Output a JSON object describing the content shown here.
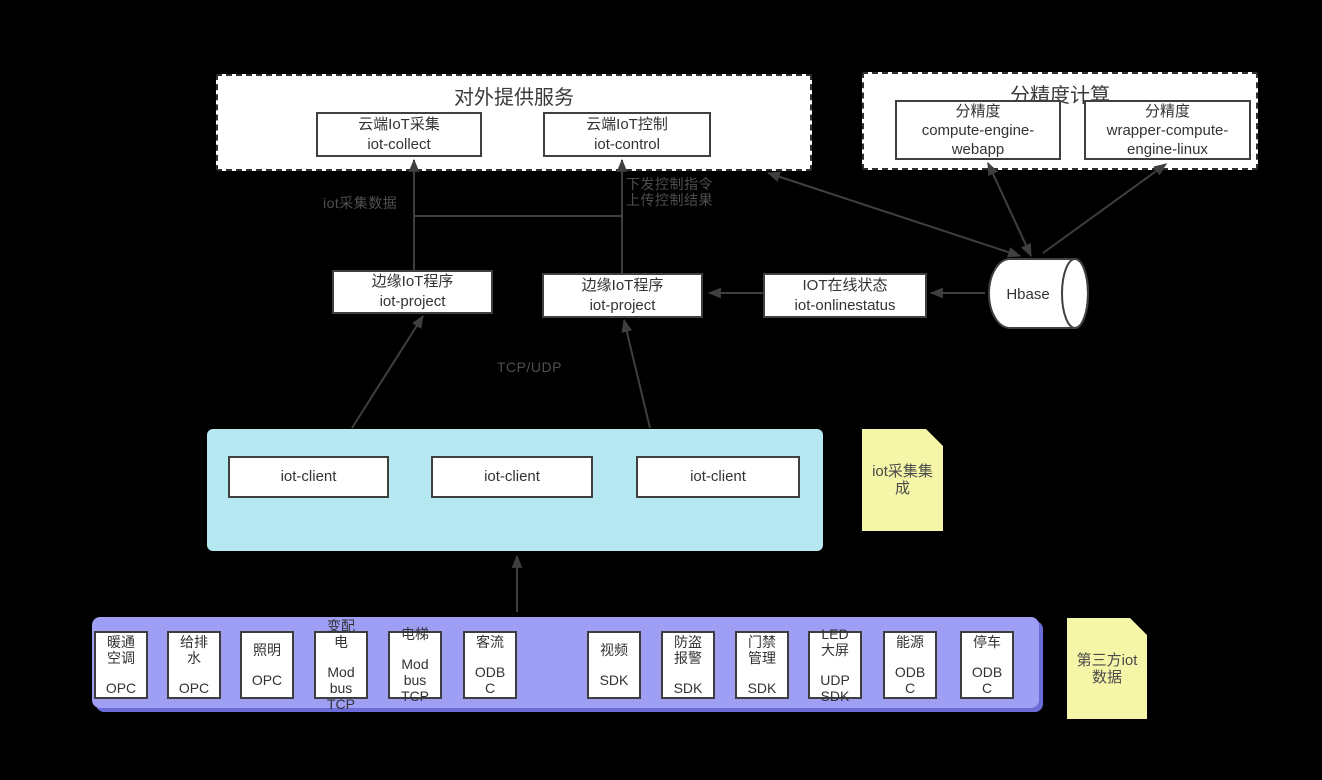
{
  "colors": {
    "background": "#000000",
    "line": "#3f3f3f",
    "box_border": "#404040",
    "cyan_container": "#b5e8f0",
    "purple_container": "#9e9ef5",
    "purple_shadow": "#6c6cd8",
    "sticky_yellow": "#f6f6a8",
    "sticky_fold": "#d8d88e"
  },
  "service_group": {
    "title": "对外提供服务",
    "boxes": [
      {
        "text": "云端IoT采集\niot-collect"
      },
      {
        "text": "云端IoT控制\niot-control"
      }
    ]
  },
  "precision_group": {
    "title": "分精度计算",
    "boxes": [
      {
        "text": "分精度\ncompute-engine-\nwebapp"
      },
      {
        "text": "分精度\nwrapper-compute-\nengine-linux"
      }
    ]
  },
  "edge": {
    "edge_left": "边缘IoT程序\niot-project",
    "edge_right": "边缘IoT程序\niot-project",
    "online_status": "IOT在线状态\niot-onlinestatus",
    "hbase": "Hbase"
  },
  "labels": {
    "collect_data": "iot采集数据",
    "control_flow": "下发控制指令\n上传控制结果",
    "tcp_udp": "TCP/UDP"
  },
  "client_group": {
    "clients": [
      "iot-client",
      "iot-client",
      "iot-client"
    ]
  },
  "stickies": {
    "integration": "iot采集集\n成",
    "third_party": "第三方iot\n数据"
  },
  "devices": [
    {
      "name": "暖通\n空调",
      "protocol": "OPC"
    },
    {
      "name": "给排\n水",
      "protocol": "OPC"
    },
    {
      "name": "照明",
      "protocol": "OPC"
    },
    {
      "name": "变配\n电",
      "protocol": "Mod\nbus\nTCP"
    },
    {
      "name": "电梯",
      "protocol": "Mod\nbus\nTCP"
    },
    {
      "name": "客流",
      "protocol": "ODB\nC"
    },
    {
      "name": "视频",
      "protocol": "SDK"
    },
    {
      "name": "防盗\n报警",
      "protocol": "SDK"
    },
    {
      "name": "门禁\n管理",
      "protocol": "SDK"
    },
    {
      "name": "LED\n大屏",
      "protocol": "UDP\nSDK"
    },
    {
      "name": "能源",
      "protocol": "ODB\nC"
    },
    {
      "name": "停车",
      "protocol": "ODB\nC"
    }
  ]
}
